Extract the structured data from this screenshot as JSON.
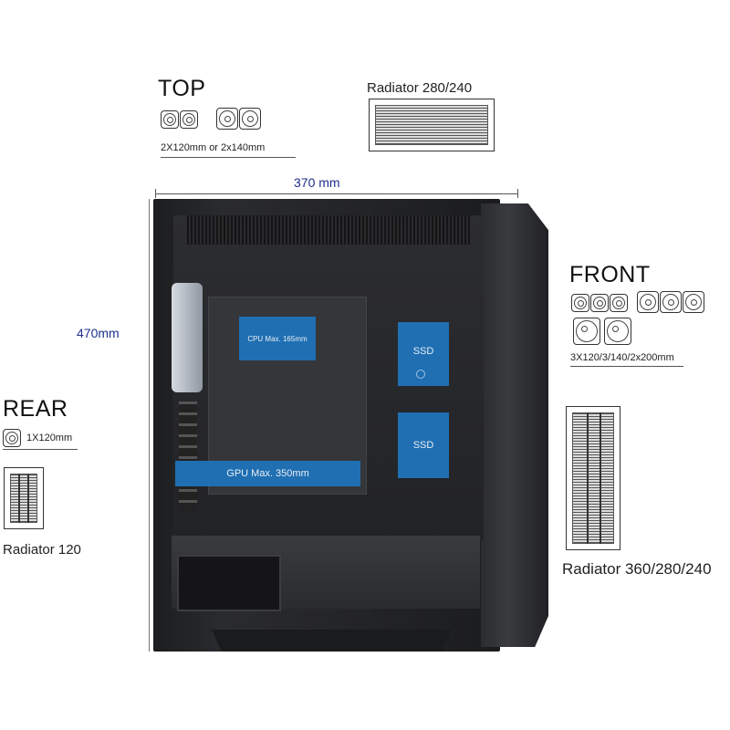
{
  "dimensions": {
    "width_label": "370 mm",
    "height_label": "470mm"
  },
  "top": {
    "title": "TOP",
    "fans": "2X120mm or 2x140mm"
  },
  "top_radiator": {
    "label": "Radiator 280/240"
  },
  "front": {
    "title": "FRONT",
    "fans": "3X120/3/140/2x200mm"
  },
  "front_radiator": {
    "label": "Radiator 360/280/240"
  },
  "rear": {
    "title": "REAR",
    "fans": "1X120mm"
  },
  "rear_radiator": {
    "label": "Radiator 120"
  },
  "clearances": {
    "cpu": "CPU Max. 165mm",
    "gpu": "GPU Max. 350mm",
    "ssd_1": "SSD",
    "ssd_2": "SSD"
  },
  "colors": {
    "accent_blue": "#1f6fb2",
    "dimension_text": "#1d2f8a",
    "case": "#222326"
  }
}
